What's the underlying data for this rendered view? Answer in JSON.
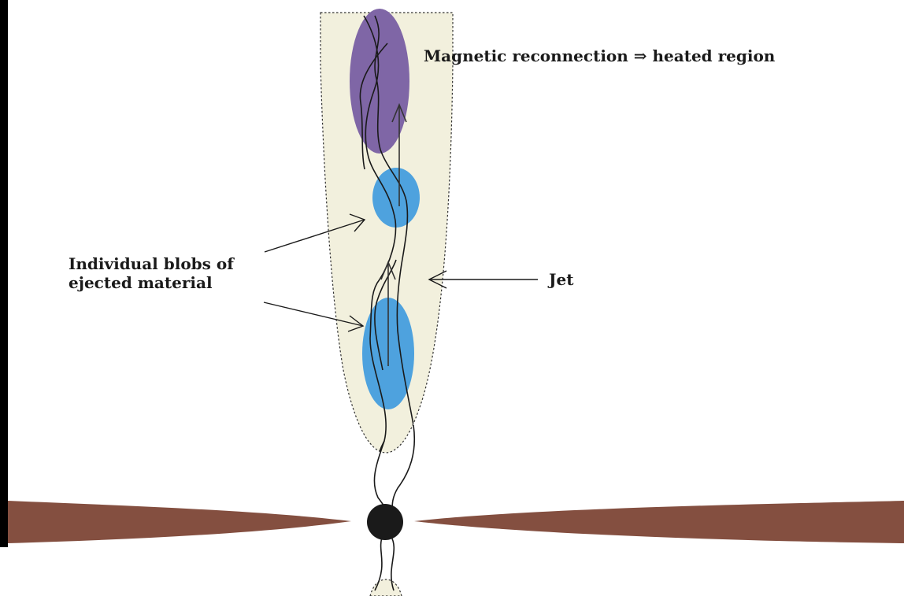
{
  "labels": {
    "reconnection": "Magnetic reconnection ⇒ heated region",
    "blobs_line1": "Individual blobs of",
    "blobs_line2": "ejected material",
    "jet": "Jet"
  },
  "colors": {
    "background": "#ffffff",
    "left_edge_bar": "#000000",
    "jet_fill": "#f2f0dd",
    "heated_region": "#7f66a6",
    "blob": "#4ea2de",
    "disk": "#844f40",
    "central_object": "#1a1a1a",
    "lines": "#1a1a1a",
    "arrows": "#333333"
  }
}
